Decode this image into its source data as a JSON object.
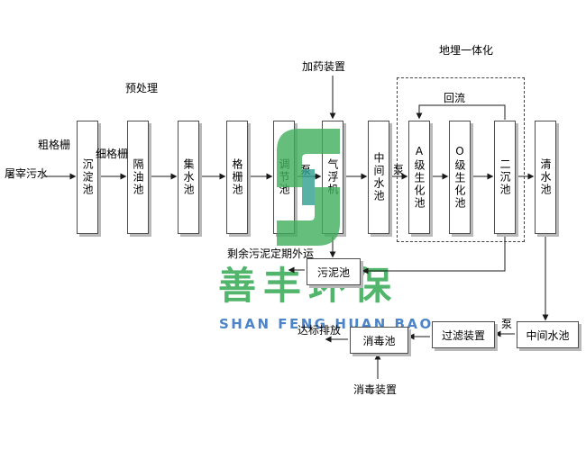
{
  "diagram": {
    "source": "屠宰污水",
    "sections": {
      "pretreatment": "预处理",
      "dosing_device": "加药装置",
      "buried_integration": "地埋一体化",
      "reflux": "回流"
    },
    "edge_labels": {
      "coarse_screen": "粗格栅",
      "fine_screen": "细格栅",
      "pump_1": "泵",
      "pump_2": "泵",
      "pump_3": "泵"
    },
    "main_boxes": [
      {
        "id": "sedimentation-tank",
        "label": "沉淀池"
      },
      {
        "id": "oil-separation-tank",
        "label": "隔油池"
      },
      {
        "id": "water-collecting-tank",
        "label": "集水池"
      },
      {
        "id": "grid-tank",
        "label": "格栅池"
      },
      {
        "id": "regulating-tank",
        "label": "调节池"
      },
      {
        "id": "air-flotation-machine",
        "label": "气浮机"
      },
      {
        "id": "intermediate-tank",
        "label": "中间水池"
      },
      {
        "id": "a-level-biochemical-tank",
        "label": "A级生化池"
      },
      {
        "id": "o-level-biochemical-tank",
        "label": "O级生化池"
      },
      {
        "id": "secondary-sedimentation-tank",
        "label": "二沉池"
      },
      {
        "id": "clear-water-tank",
        "label": "清水池"
      }
    ],
    "sludge_tank": "污泥池",
    "sludge_note": "剩余污泥定期外运",
    "bottom_boxes": [
      {
        "id": "intermediate-tank-2",
        "label": "中间水池"
      },
      {
        "id": "filter-device",
        "label": "过滤装置"
      },
      {
        "id": "disinfection-tank",
        "label": "消毒池"
      }
    ],
    "disinfection_device": "消毒装置",
    "discharge": "达标排放"
  },
  "watermark": {
    "cn": "善丰环保",
    "en": "SHAN FENG HUAN BAO",
    "green": "#3fae5c",
    "teal": "#2f9e8f",
    "blue": "#3a77c2"
  }
}
